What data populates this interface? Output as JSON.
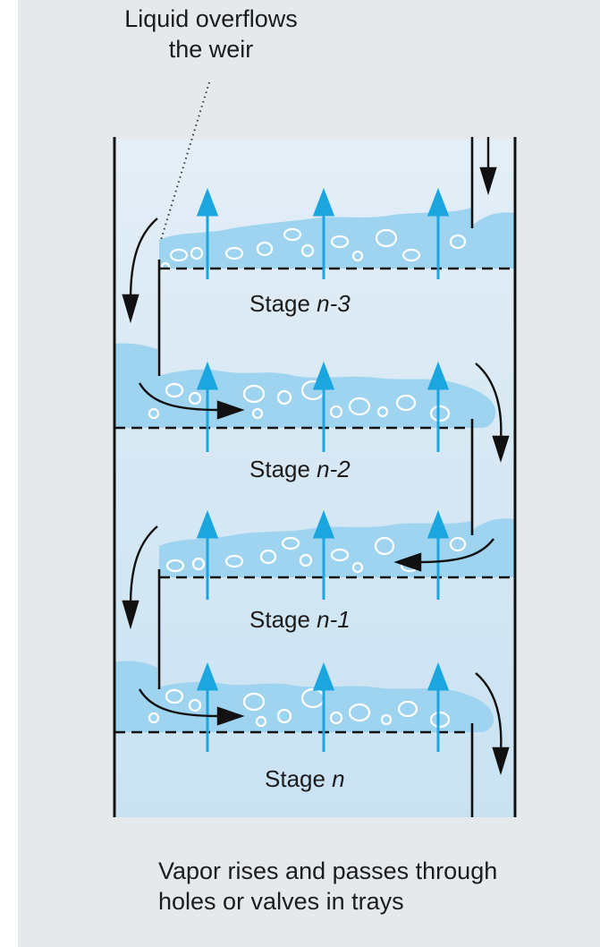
{
  "annotations": {
    "weir_line1": "Liquid overflows",
    "weir_line2": "the weir",
    "vapor_line1": "Vapor rises and passes through",
    "vapor_line2": "holes or valves in trays"
  },
  "stages": [
    {
      "prefix": "Stage ",
      "index": "n-3"
    },
    {
      "prefix": "Stage ",
      "index": "n-2"
    },
    {
      "prefix": "Stage ",
      "index": "n-1"
    },
    {
      "prefix": "Stage ",
      "index": "n"
    }
  ],
  "colors": {
    "background": "#e6e9ec",
    "column_fill": "#cfe5f3",
    "liquid": "#9fd4f0",
    "vapor_arrow": "#1ba6e0",
    "lines": "#111111"
  }
}
